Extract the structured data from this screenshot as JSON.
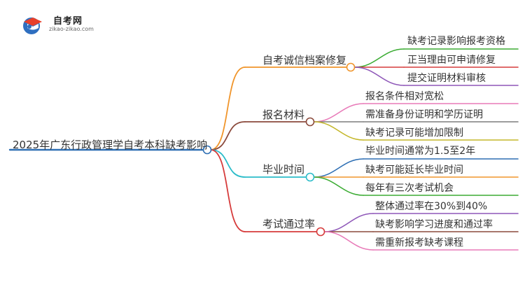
{
  "logo": {
    "title": "自考网",
    "subtitle": "zikao-zikao.com",
    "icon": "graduation-cap-icon"
  },
  "root": {
    "label": "2025年广东行政管理学自考本科缺考影响",
    "color": "#2e6fb4"
  },
  "branches": [
    {
      "label": "自考诚信档案修复",
      "color": "#f0952b",
      "children": [
        {
          "label": "缺考记录影响报考资格",
          "color": "#3bac33"
        },
        {
          "label": "正当理由可申请修复",
          "color": "#d63b3b"
        },
        {
          "label": "提交证明材料审核",
          "color": "#8e57b8"
        }
      ]
    },
    {
      "label": "报名材料",
      "color": "#8b4a3c",
      "children": [
        {
          "label": "报名条件相对宽松",
          "color": "#e87ab8"
        },
        {
          "label": "需准备身份证明和学历证明",
          "color": "#7d7d7d"
        },
        {
          "label": "缺考记录可能增加限制",
          "color": "#c4b72a"
        }
      ]
    },
    {
      "label": "毕业时间",
      "color": "#2bbcc9",
      "children": [
        {
          "label": "毕业时间通常为1.5至2年",
          "color": "#2e6fb4"
        },
        {
          "label": "缺考可能延长毕业时间",
          "color": "#f0952b"
        },
        {
          "label": "每年有三次考试机会",
          "color": "#3bac33"
        }
      ]
    },
    {
      "label": "考试通过率",
      "color": "#d63b3b",
      "children": [
        {
          "label": "整体通过率在30%到40%",
          "color": "#8e57b8"
        },
        {
          "label": "缺考影响学习进度和通过率",
          "color": "#8b4a3c"
        },
        {
          "label": "需重新报考缺考课程",
          "color": "#e87ab8"
        }
      ]
    }
  ]
}
